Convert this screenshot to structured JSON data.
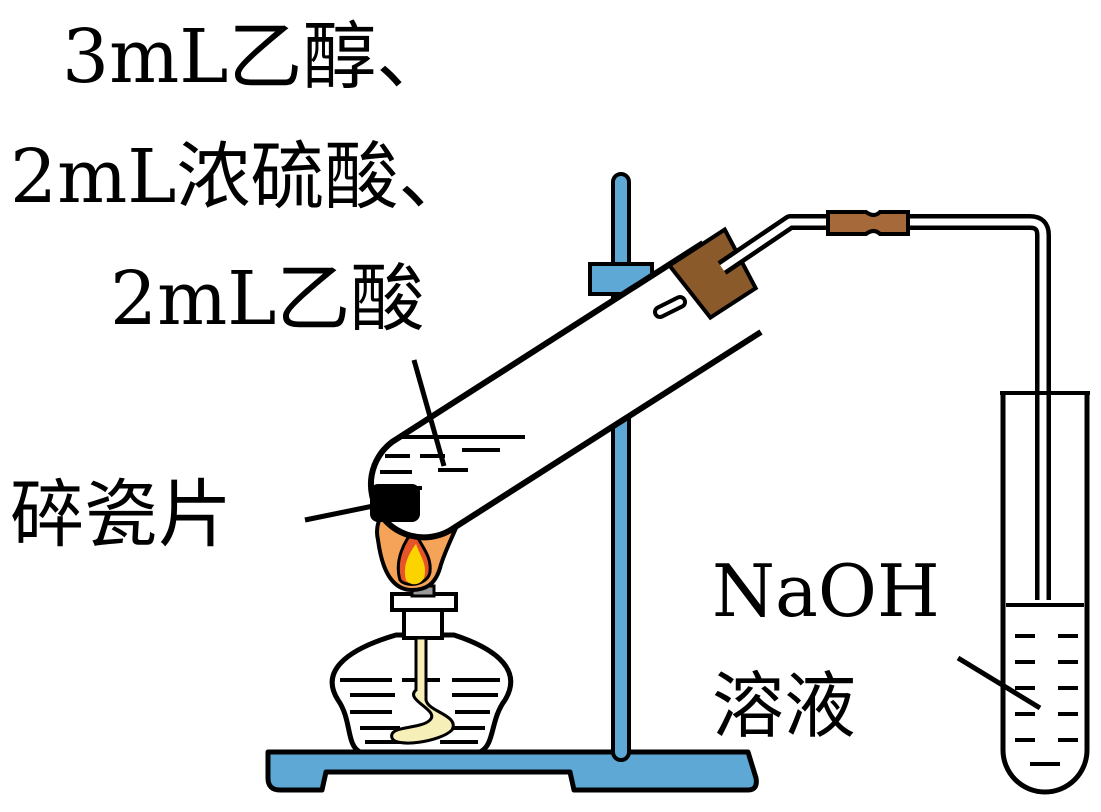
{
  "labels": {
    "reactants_line1": "3mL乙醇、",
    "reactants_line2": "2mL浓硫酸、",
    "reactants_line3": "2mL乙酸",
    "porcelain": "碎瓷片",
    "naoh_line1": "NaOH",
    "naoh_line2": "溶液"
  },
  "colors": {
    "stand": "#5ea8d6",
    "cork": "#8b5a2b",
    "rubber_joint": "#a5693a",
    "flame_outer": "#f6a35a",
    "flame_inner": "#fbd400",
    "outline": "#000000"
  }
}
